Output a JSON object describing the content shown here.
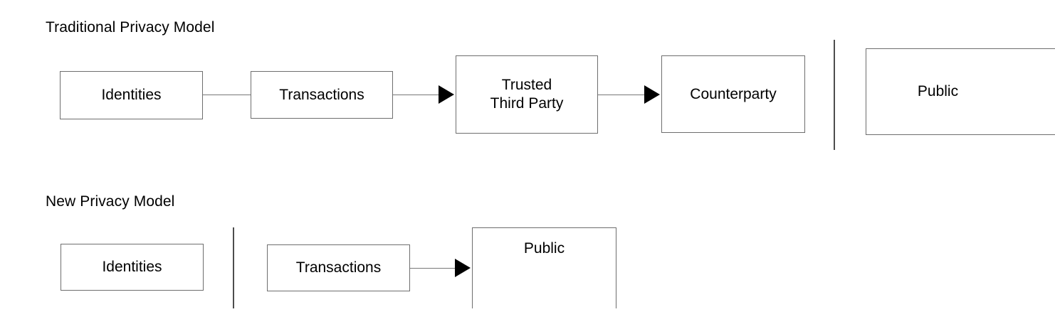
{
  "diagram": {
    "title_traditional": "Traditional Privacy Model",
    "title_new": "New Privacy Model",
    "background_color": "#ffffff",
    "node_border_color": "#6e6e6e",
    "connector_color": "#777777",
    "arrow_color": "#000000",
    "divider_color": "#4d4d4d"
  },
  "traditional_model": {
    "title": "Traditional Privacy Model",
    "nodes": [
      {
        "id": "identities",
        "label": "Identities"
      },
      {
        "id": "transactions",
        "label": "Transactions"
      },
      {
        "id": "trusted-third-party",
        "label": "Trusted\nThird Party"
      },
      {
        "id": "counterparty",
        "label": "Counterparty"
      },
      {
        "id": "public",
        "label": "Public"
      }
    ],
    "edges": [
      {
        "from": "identities",
        "to": "transactions",
        "arrow": false
      },
      {
        "from": "transactions",
        "to": "trusted-third-party",
        "arrow": true
      },
      {
        "from": "trusted-third-party",
        "to": "counterparty",
        "arrow": true
      }
    ],
    "divider_after": "counterparty"
  },
  "new_model": {
    "title": "New Privacy Model",
    "nodes": [
      {
        "id": "identities",
        "label": "Identities"
      },
      {
        "id": "transactions",
        "label": "Transactions"
      },
      {
        "id": "public",
        "label": "Public"
      }
    ],
    "edges": [
      {
        "from": "transactions",
        "to": "public",
        "arrow": true
      }
    ],
    "divider_after": "identities"
  }
}
